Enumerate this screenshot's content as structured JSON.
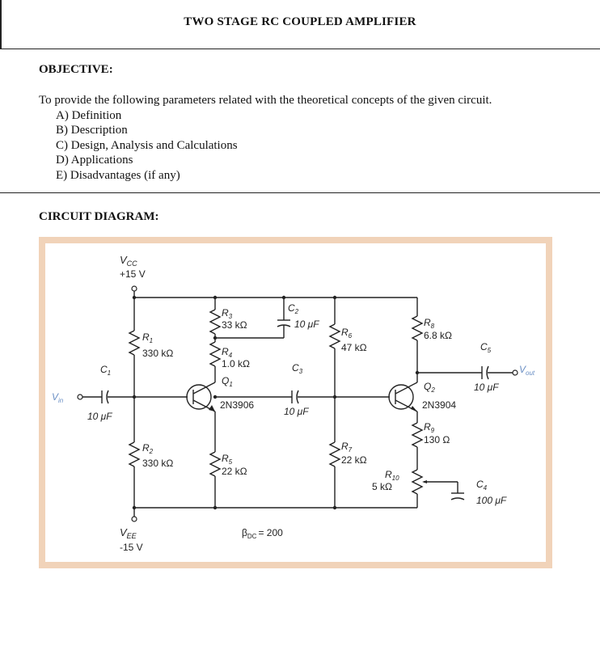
{
  "title": "TWO STAGE RC COUPLED AMPLIFIER",
  "objective": {
    "heading": "OBJECTIVE:",
    "intro": "To provide the following parameters related with the theoretical concepts of the given circuit.",
    "items": [
      "A) Definition",
      "B) Description",
      "C) Design, Analysis and Calculations",
      "D) Applications",
      "E) Disadvantages (if any)"
    ]
  },
  "circuit": {
    "heading": "CIRCUIT DIAGRAM:",
    "labels": {
      "vcc": "V",
      "vcc_sub": "CC",
      "vcc_value": "+15 V",
      "vee": "V",
      "vee_sub": "EE",
      "vee_value": "-15 V",
      "vin": "V",
      "vin_sub": "in",
      "vout": "V",
      "vout_sub": "out",
      "r1": "R",
      "r1_sub": "1",
      "r1_val": "330 kΩ",
      "r2": "R",
      "r2_sub": "2",
      "r2_val": "330 kΩ",
      "r3": "R",
      "r3_sub": "3",
      "r3_val": "33 kΩ",
      "r4": "R",
      "r4_sub": "4",
      "r4_val": "1.0 kΩ",
      "r5": "R",
      "r5_sub": "5",
      "r5_val": "22 kΩ",
      "r6": "R",
      "r6_sub": "6",
      "r6_val": "47 kΩ",
      "r7": "R",
      "r7_sub": "7",
      "r7_val": "22 kΩ",
      "r8": "R",
      "r8_sub": "8",
      "r8_val": "6.8 kΩ",
      "r9": "R",
      "r9_sub": "9",
      "r9_val": "130 Ω",
      "r10": "R",
      "r10_sub": "10",
      "r10_val": "5 kΩ",
      "c1": "C",
      "c1_sub": "1",
      "c1_val": "10 μF",
      "c2": "C",
      "c2_sub": "2",
      "c2_val": "10 μF",
      "c3": "C",
      "c3_sub": "3",
      "c3_val": "10 μF",
      "c4": "C",
      "c4_sub": "4",
      "c4_val": "100 μF",
      "c5": "C",
      "c5_sub": "5",
      "c5_val": "10 μF",
      "q1": "Q",
      "q1_sub": "1",
      "q1_part": "2N3906",
      "q2": "Q",
      "q2_sub": "2",
      "q2_part": "2N3904",
      "beta": "β",
      "beta_sub": "DC",
      "beta_val": "= 200"
    }
  }
}
